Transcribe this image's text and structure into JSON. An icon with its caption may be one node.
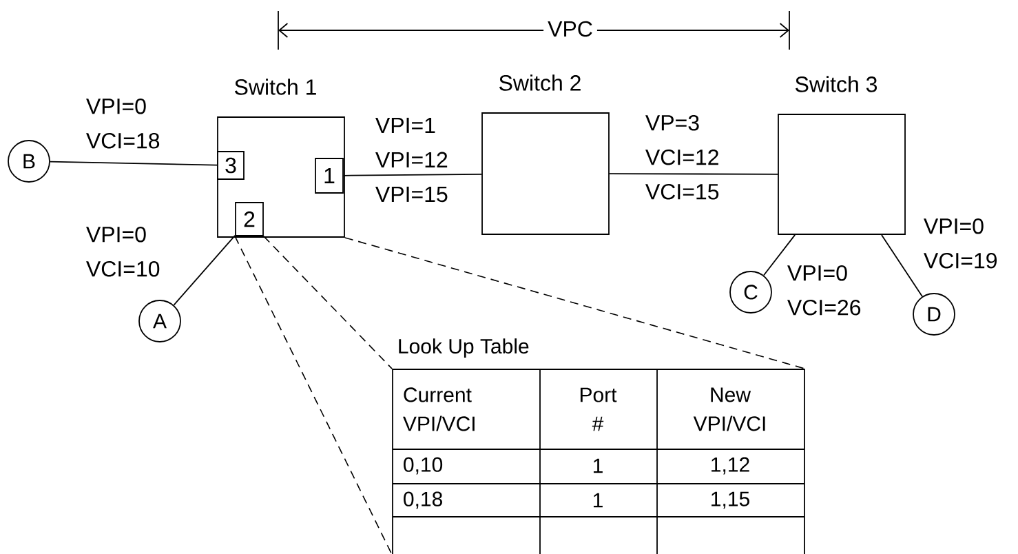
{
  "diagram": {
    "nodes": [
      {
        "text": [
          "Switch 1"
        ]
      },
      {
        "text": [
          "3"
        ],
        "in": 0
      },
      {
        "text": [
          "1"
        ],
        "in": 0
      },
      {
        "text": [
          "2"
        ],
        "in": 0
      },
      {
        "text": [
          "Switch 2"
        ]
      },
      {
        "text": [
          "Switch 3"
        ]
      },
      {
        "text": [
          "B"
        ]
      },
      {
        "text": [
          "A"
        ]
      },
      {
        "text": [
          "C"
        ]
      },
      {
        "text": [
          "D"
        ]
      },
      {
        "text": [
          "Look Up Table"
        ]
      }
    ],
    "edges": [
      {
        "from": 6,
        "to": 1,
        "arrow": "none",
        "label": "VPI=0 VCI=18"
      },
      {
        "from": 7,
        "to": 3,
        "arrow": "none",
        "label": "VPI=0 VCI=10"
      },
      {
        "from": 2,
        "to": 4,
        "arrow": "none",
        "label": "VPI=1 VPI=12 VPI=15"
      },
      {
        "from": 4,
        "to": 5,
        "arrow": "none",
        "label": "VP=3 VCI=12 VCI=15"
      },
      {
        "from": 5,
        "to": 8,
        "arrow": "none",
        "label": "VPI=0 VCI=26"
      },
      {
        "from": 5,
        "to": 9,
        "arrow": "none",
        "label": "VPI=0 VCI=19"
      },
      {
        "from": 3,
        "to": 10,
        "arrow": "none",
        "style": "dashed"
      },
      {
        "from": 3,
        "to": 10,
        "arrow": "none",
        "style": "dashed"
      },
      {
        "from": 0,
        "to": 10,
        "arrow": "none",
        "style": "dashed"
      }
    ],
    "labels": [
      "VPC",
      "Current VPI/VCI",
      "Port #",
      "New VPI/VCI",
      "0,10",
      "1",
      "1,12",
      "0,18",
      "1",
      "1,15"
    ]
  }
}
